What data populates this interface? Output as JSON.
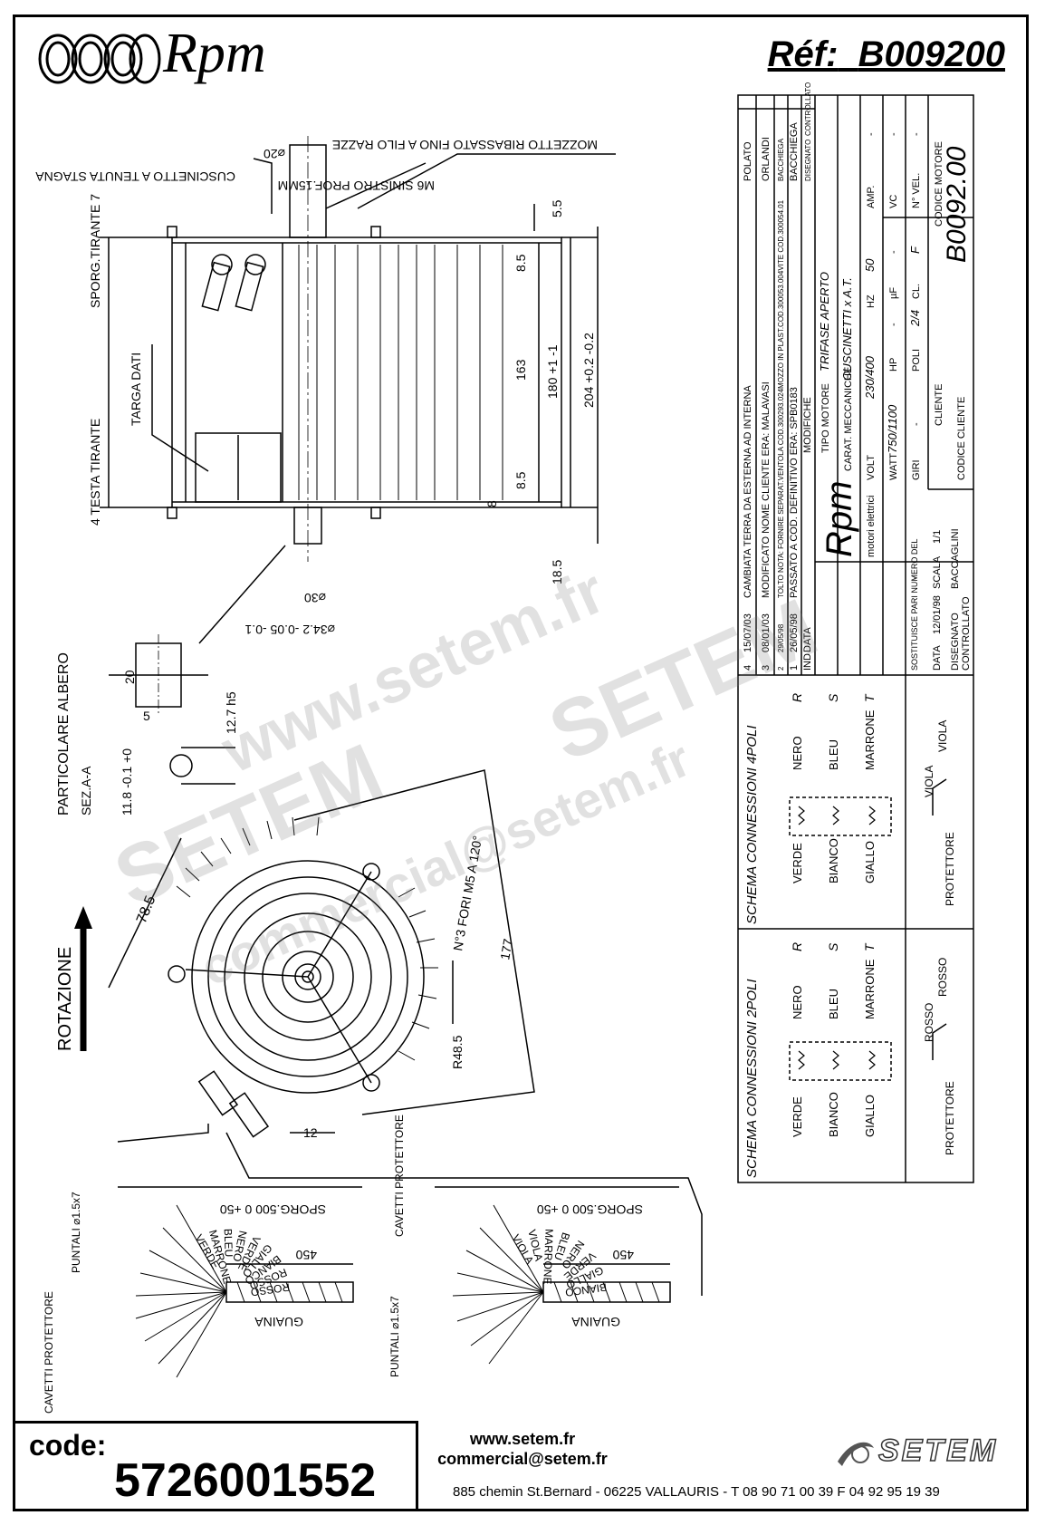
{
  "header": {
    "brand": "Rpm",
    "ref_label": "Réf:",
    "ref_value": "B009200"
  },
  "drawing": {
    "labels": {
      "cuscinetto": "CUSCINETTO A TENUTA STAGNA",
      "dia20": "⌀20",
      "m6": "M6 SINISTRO PROF.15MM",
      "mozzetto": "MOZZETTO RIBASSATO FINO A FILO RAZZE",
      "sporg_tirante": "SPORG.TIRANTE 7",
      "targa": "TARGA DATI",
      "testa_tirante": "4 TESTA TIRANTE",
      "dim_55": "5.5",
      "dim_85a": "8.5",
      "dim_163": "163",
      "dim_180": "180 +1 -1",
      "dim_204": "204 +0.2 -0.2",
      "dim_85b": "8.5",
      "dim_8": "8",
      "dim_185": "18.5",
      "dim_30": "⌀30",
      "dim_342": "⌀34.2 -0.05 -0.1",
      "particolare": "PARTICOLARE ALBERO",
      "sez": "SEZ.A-A",
      "dim_20": "20",
      "dim_127": "12.7 h5",
      "dim_118": "11.8 -0.1 +0",
      "dim_5": "5",
      "rotazione": "ROTAZIONE",
      "dim_785": "78.5",
      "fori": "N°3 FORI M5 A 120°",
      "dim_177": "177",
      "dim_r485": "R48.5",
      "dim_12": "12",
      "puntali_left": "PUNTALI ⌀1.5x7",
      "puntali_right": "PUNTALI ⌀1.5x7",
      "cavetti_prot_left": "CAVETTI PROTETTORE",
      "cavetti_prot_right": "CAVETTI PROTETTORE",
      "sporg500_left": "SPORG.500 0 +50",
      "sporg500_right": "SPORG.500 0 +50",
      "d450_left": "450",
      "d450_right": "450",
      "guaina_left": "GUAINA",
      "guaina_right": "GUAINA"
    },
    "wires_left": [
      "VERDE",
      "MARRONE",
      "BLEU",
      "NERO",
      "VERDE",
      "GIALLO",
      "BIANCO",
      "ROSSO",
      "ROSSO"
    ],
    "wires_right": [
      "VIOLA",
      "VIOLA",
      "MARRONE",
      "BLEU",
      "NERO",
      "VERDE",
      "GIALLO",
      "BIANCO"
    ]
  },
  "title_block": {
    "revisions": [
      {
        "n": "4",
        "date": "15/07/03",
        "text": "CAMBIATA TERRA DA ESTERNA AD INTERNA",
        "by": "POLATO"
      },
      {
        "n": "3",
        "date": "08/01/03",
        "text": "MODIFICATO NOME CLIENTE ERA: MALAVASI",
        "by": "ORLANDI"
      },
      {
        "n": "2",
        "date": "29/05/98",
        "text": "TOLTO NOTA: FORNIRE SEPARAT.VENTOLA COD.300293.024MOZZO IN PLAST.COD.300053.004VITE COD.300054.01",
        "by": "BACCHIEGA"
      },
      {
        "n": "1",
        "date": "26/05/98",
        "text": "PASSATO A COD. DEFINITIVO ERA: SPB0183",
        "by": "BACCHIEGA"
      },
      {
        "n": "IND",
        "date": "DATA",
        "text": "MODIFICHE",
        "by": "DISEGNATO"
      }
    ],
    "controllato": "CONTROLLATO",
    "logo_text": "Rpm",
    "logo_sub": "motori elettrici",
    "sostituisce": "SOSTITUISCE PARI NUMERO DEL",
    "sostituisce_val": "-",
    "data_label": "DATA",
    "data_val": "12/01/98",
    "scala_label": "SCALA",
    "scala_val": "1/1",
    "disegnato_label": "DISEGNATO",
    "disegnato_val": "BACCAGLINI",
    "controllato_label": "CONTROLLATO",
    "tipo_motore_label": "TIPO MOTORE",
    "tipo_motore": "TRIFASE APERTO",
    "carat_label": "CARAT. MECCANICHE",
    "carat": "CUSCINETTI x A.T.",
    "volt_label": "VOLT",
    "volt": "230/400",
    "hz_label": "HZ",
    "hz": "50",
    "amp_label": "AMP.",
    "amp": "-",
    "watt_label": "WATT",
    "watt": "750/1100",
    "hp_label": "HP",
    "hp": "-",
    "uf_label": "µF",
    "uf": "-",
    "vc_label": "VC",
    "vc": "-",
    "giri_label": "GIRI",
    "giri": "-",
    "poli_label": "POLI",
    "poli": "2/4",
    "cl_label": "CL.",
    "cl": "F",
    "nvel_label": "N° VEL.",
    "nvel": "-",
    "cliente_label": "CLIENTE",
    "cod_cliente_label": "CODICE CLIENTE",
    "cod_motore_label": "CODICE MOTORE",
    "cod_motore": "B0092.00",
    "schema4_title": "SCHEMA CONNESSIONI 4POLI",
    "schema2_title": "SCHEMA CONNESSIONI 2POLI",
    "s4_left": [
      "VERDE",
      "BIANCO",
      "GIALLO"
    ],
    "s4_right": [
      "NERO",
      "BLEU",
      "MARRONE"
    ],
    "s4_phase": [
      "R",
      "S",
      "T"
    ],
    "s4_prot": "PROTETTORE",
    "s4_prot_wires": [
      "VIOLA",
      "VIOLA"
    ],
    "s2_left": [
      "VERDE",
      "BIANCO",
      "GIALLO"
    ],
    "s2_right": [
      "NERO",
      "BLEU",
      "MARRONE"
    ],
    "s2_phase": [
      "R",
      "S",
      "T"
    ],
    "s2_prot": "PROTETTORE",
    "s2_prot_wires": [
      "ROSSO",
      "ROSSO"
    ]
  },
  "watermark": {
    "w1": "www.setem.fr",
    "w2": "SETEM",
    "w3": "commercial@setem.fr",
    "w4": "SETEM"
  },
  "footer": {
    "code_label": "code:",
    "code_value": "5726001552",
    "web": "www.setem.fr",
    "email": "commercial@setem.fr",
    "address": "885 chemin St.Bernard  -  06225 VALLAURIS  -  T 08 90 71 00 39   F 04 92 95 19 39",
    "logo": "SETEM"
  }
}
